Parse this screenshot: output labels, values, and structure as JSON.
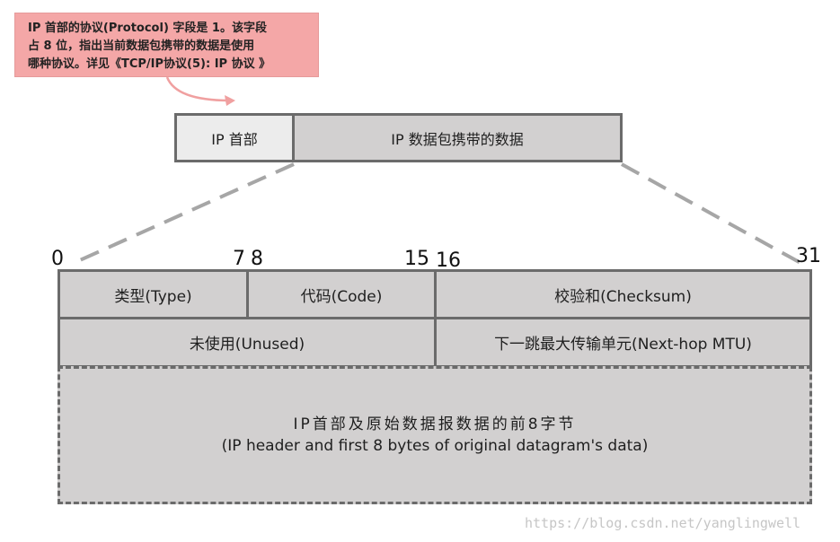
{
  "callout": {
    "lines": [
      "IP 首部的协议(Protocol) 字段是 1。该字段",
      "占 8 位，指出当前数据包携带的数据是使用",
      "哪种协议。详见《TCP/IP协议(5): IP 协议 》"
    ]
  },
  "packet": {
    "header_label": "IP 首部",
    "data_label": "IP 数据包携带的数据"
  },
  "bits": {
    "b0": "0",
    "b7": "7",
    "b8": "8",
    "b15": "15",
    "b16": "16",
    "b31": "31"
  },
  "fields": {
    "type": "类型(Type)",
    "code": "代码(Code)",
    "checksum": "校验和(Checksum)",
    "unused": "未使用(Unused)",
    "next_hop_mtu": "下一跳最大传输单元(Next-hop MTU)"
  },
  "original": {
    "line1": "IP首部及原始数据报数据的前8字节",
    "line2": "(IP header and first 8 bytes of original datagram's data)"
  },
  "colors": {
    "callout_bg": "#f4a7a7",
    "box_fill": "#d2d0d0",
    "header_fill": "#ececec",
    "border": "#6b6b6b",
    "arrow": "#f0a0a0"
  },
  "watermark": "https://blog.csdn.net/yanglingwell"
}
